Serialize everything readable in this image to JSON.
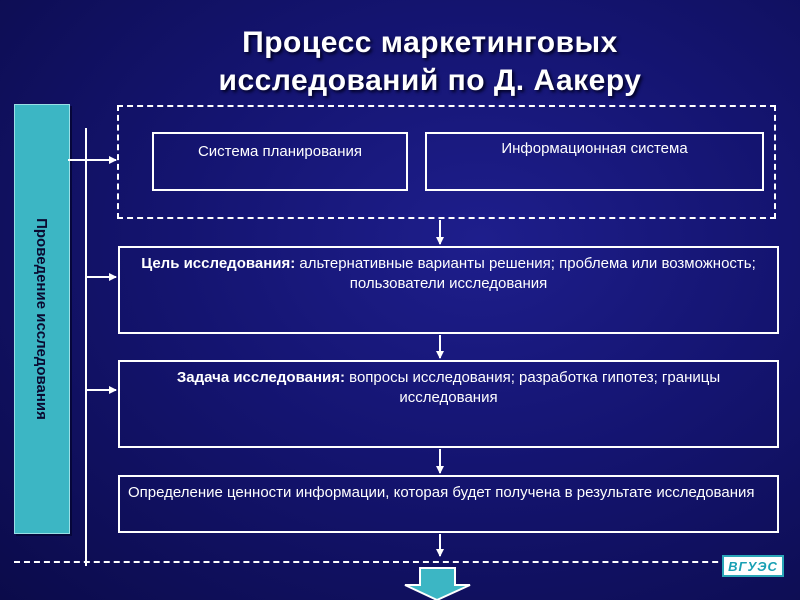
{
  "title": "Процесс маркетинговых исследований по Д. Аакеру",
  "sidebar_label": "Проведение исследования",
  "boxes": {
    "planning": "Система планирования",
    "information": "Информационная система",
    "goal": {
      "bold": "Цель исследования:",
      "text": " альтернативные варианты решения; проблема или возможность; пользователи исследования"
    },
    "task": {
      "bold": "Задача исследования:",
      "text": " вопросы исследования; разработка гипотез; границы исследования"
    },
    "value": "Определение ценности информации, которая будет получена в результате исследования"
  },
  "logo_text": "ВГУЭС",
  "colors": {
    "background": "#141470",
    "sidebar": "#3cb6c4",
    "line": "#ffffff",
    "arrow_fill": "#3cb6c4"
  }
}
